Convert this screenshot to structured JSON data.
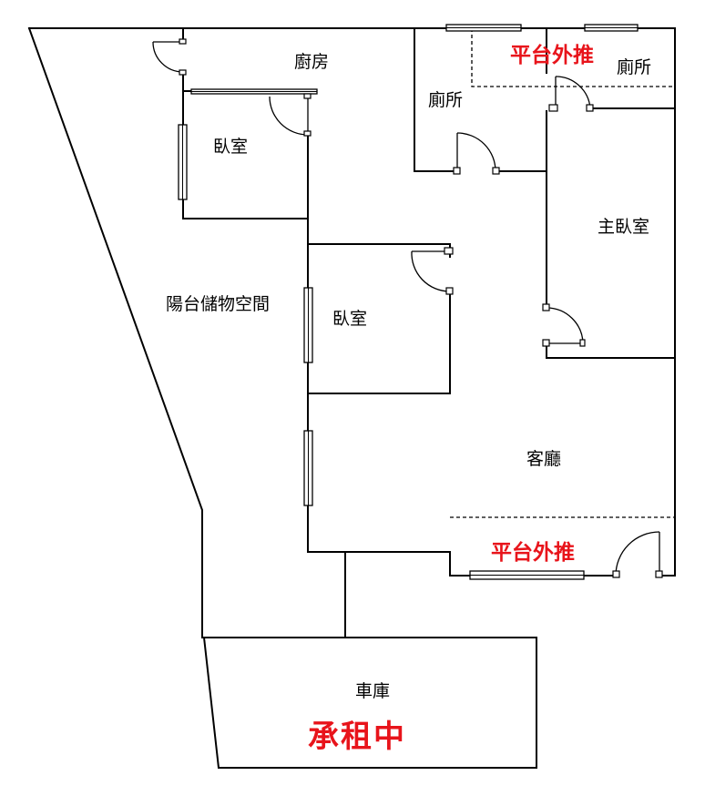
{
  "rooms": {
    "kitchen": "廚房",
    "bedroom_top": "臥室",
    "bathroom_center": "廁所",
    "bathroom_right": "廁所",
    "balcony_ext_top": "平台外推",
    "master_bedroom": "主臥室",
    "balcony_storage": "陽台儲物空間",
    "bedroom_middle": "臥室",
    "living_room": "客廳",
    "balcony_ext_bottom": "平台外推",
    "garage": "車庫",
    "garage_status": "承租中"
  },
  "colors": {
    "wall": "#000000",
    "highlight": "#e8141b",
    "background": "#ffffff"
  }
}
